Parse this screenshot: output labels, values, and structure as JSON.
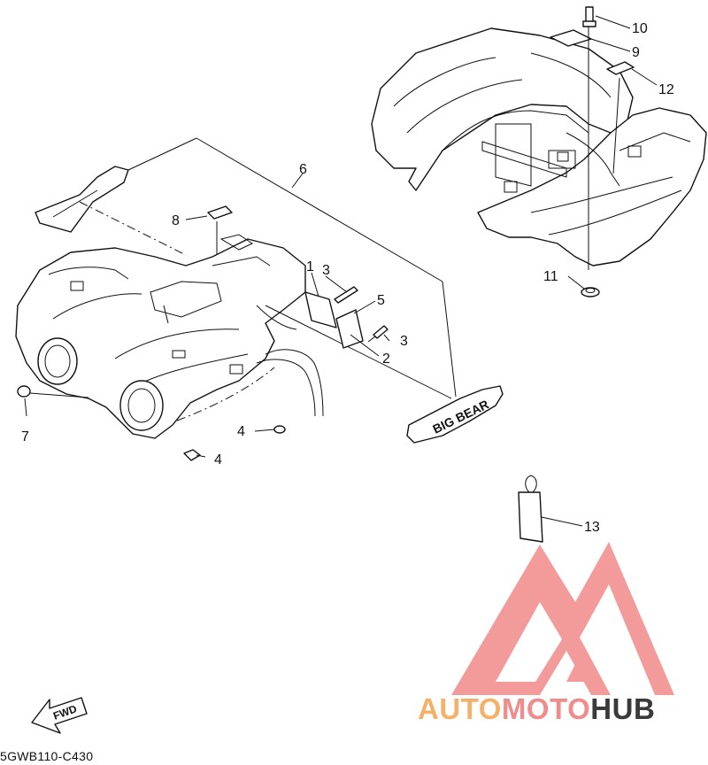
{
  "diagram": {
    "code": "5GWB110-C430",
    "fwd_label": "FWD",
    "decal_text": "BIG BEAR",
    "callouts": [
      {
        "id": "c1",
        "label": "1"
      },
      {
        "id": "c2",
        "label": "2"
      },
      {
        "id": "c3a",
        "label": "3"
      },
      {
        "id": "c3b",
        "label": "3"
      },
      {
        "id": "c4a",
        "label": "4"
      },
      {
        "id": "c4b",
        "label": "4"
      },
      {
        "id": "c5",
        "label": "5"
      },
      {
        "id": "c6",
        "label": "6"
      },
      {
        "id": "c7",
        "label": "7"
      },
      {
        "id": "c8",
        "label": "8"
      },
      {
        "id": "c9",
        "label": "9"
      },
      {
        "id": "c10",
        "label": "10"
      },
      {
        "id": "c11",
        "label": "11"
      },
      {
        "id": "c12",
        "label": "12"
      },
      {
        "id": "c13",
        "label": "13"
      }
    ]
  },
  "watermark": {
    "parts": [
      "AUTO",
      "MOTO",
      "HUB"
    ],
    "colors": {
      "auto": "#f5b16a",
      "moto": "#f08c8c",
      "hub": "#3a3a3a",
      "logo": "#f07a7a"
    }
  }
}
